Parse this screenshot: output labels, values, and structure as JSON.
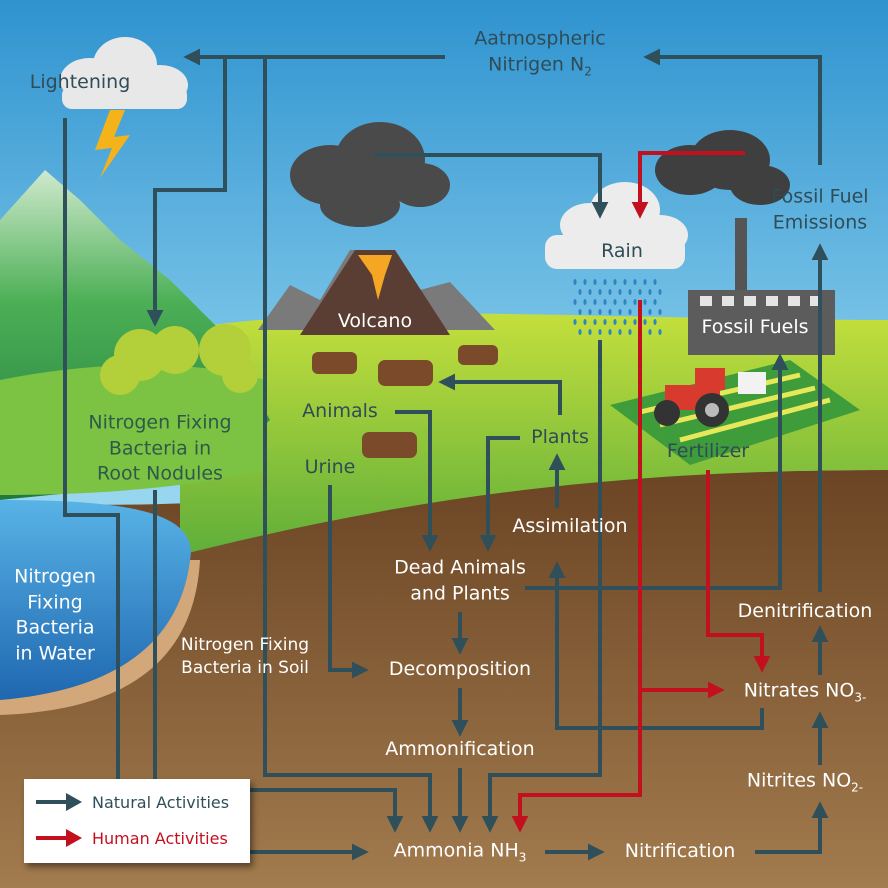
{
  "labels": {
    "atmospheric_line1": "Aatmospheric",
    "atmospheric_line2": "Nitrigen N",
    "atmospheric_sub": "2",
    "lightening": "Lightening",
    "volcano": "Volcano",
    "rain": "Rain",
    "fossil_fuel_emissions_line1": "Fossil Fuel",
    "fossil_fuel_emissions_line2": "Emissions",
    "fossil_fuels": "Fossil Fuels",
    "animals": "Animals",
    "urine": "Urine",
    "plants": "Plants",
    "fertilizer": "Fertilizer",
    "root_nodules_line1": "Nitrogen Fixing",
    "root_nodules_line2": "Bacteria in",
    "root_nodules_line3": "Root Nodules",
    "assimilation": "Assimilation",
    "dead_line1": "Dead Animals",
    "dead_line2": "and Plants",
    "soil_bacteria_line1": "Nitrogen Fixing",
    "soil_bacteria_line2": "Bacteria in Soil",
    "decomposition": "Decomposition",
    "ammonification": "Ammonification",
    "ammonia": "Ammonia NH",
    "ammonia_sub": "3",
    "nitrification": "Nitrification",
    "nitrites": "Nitrites NO",
    "nitrites_sub": "2-",
    "nitrates": "Nitrates NO",
    "nitrates_sub": "3-",
    "denitrification": "Denitrification",
    "water_line1": "Nitrogen",
    "water_line2": "Fixing",
    "water_line3": "Bacteria",
    "water_line4": "in Water"
  },
  "legend": {
    "natural": "Natural Activities",
    "human": "Human Activities"
  },
  "colors": {
    "natural_arrow": "#2f4f5a",
    "human_arrow": "#c3101f",
    "sky": "#bfe6f5",
    "grass": "#8cc63e",
    "soil": "#8a6238",
    "water": "#3a8fd0"
  }
}
